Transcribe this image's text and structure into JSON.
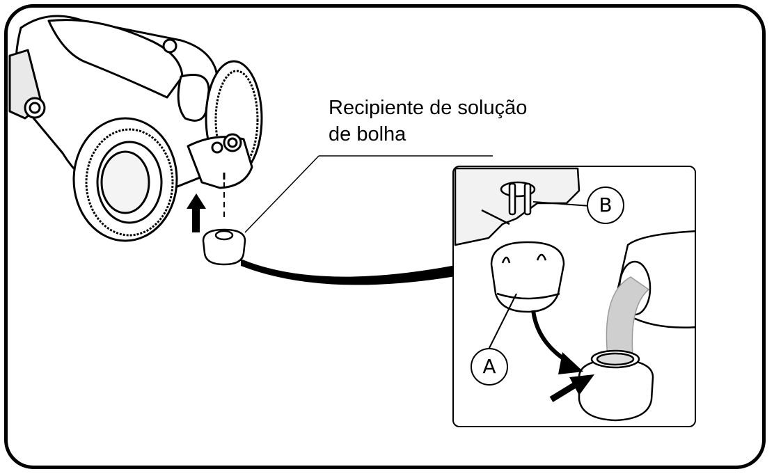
{
  "callout": {
    "line1": "Recipiente de solução",
    "line2": "de bolha"
  },
  "labels": {
    "a": "A",
    "b": "B"
  },
  "colors": {
    "stroke": "#000000",
    "fill": "#ffffff",
    "shade": "#d9d9d9",
    "liquid": "#c8c8c8"
  }
}
